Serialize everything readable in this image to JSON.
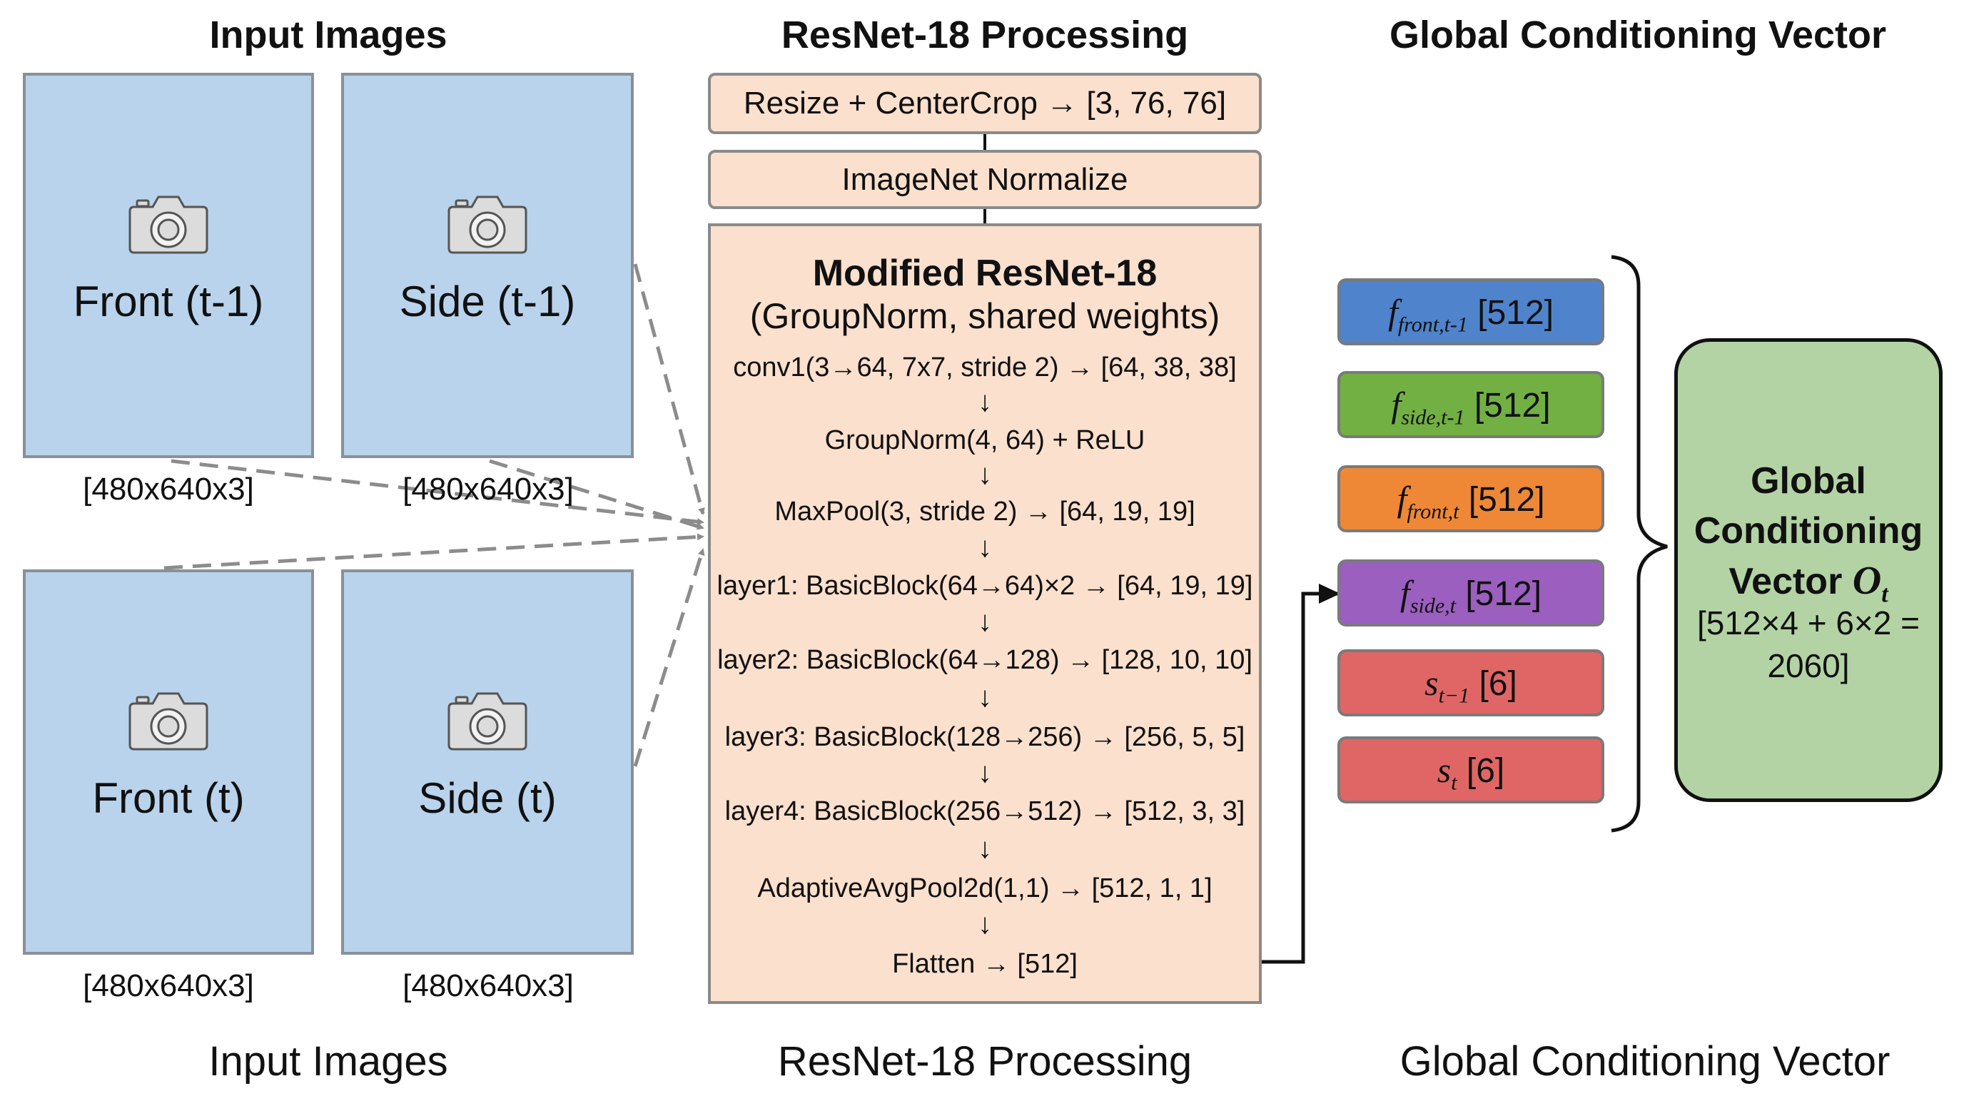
{
  "headers_top": {
    "input": "Input Images",
    "processing": "ResNet-18 Processing",
    "vector": "Global Conditioning Vector"
  },
  "headers_bottom": {
    "input": "Input Images",
    "processing": "ResNet-18 Processing",
    "vector": "Global Conditioning Vector"
  },
  "images": [
    {
      "label": "Front (t-1)",
      "dim": "[480x640x3]"
    },
    {
      "label": "Side (t-1)",
      "dim": "[480x640x3]"
    },
    {
      "label": "Front (t)",
      "dim": "[480x640x3]"
    },
    {
      "label": "Side (t)",
      "dim": "[480x640x3]"
    }
  ],
  "preprocess": {
    "resize": "Resize + CenterCrop → [3, 76, 76]",
    "normalize": "ImageNet Normalize"
  },
  "resnet": {
    "title": "Modified ResNet-18",
    "subtitle": "(GroupNorm, shared weights)",
    "arrow": "↓",
    "steps": [
      "conv1(3→64, 7x7, stride 2) → [64, 38, 38]",
      "GroupNorm(4, 64) + ReLU",
      "MaxPool(3, stride 2) → [64, 19, 19]",
      "layer1: BasicBlock(64→64)×2 → [64, 19, 19]",
      "layer2: BasicBlock(64→128) → [128, 10, 10]",
      "layer3: BasicBlock(128→256) → [256, 5, 5]",
      "layer4: BasicBlock(256→512) → [512, 3, 3]",
      "AdaptiveAvgPool2d(1,1) → [512, 1, 1]",
      "Flatten → [512]"
    ]
  },
  "features": [
    {
      "sym": "f",
      "sub": "front,t-1",
      "dim": "[512]",
      "color": "#4f84cc"
    },
    {
      "sym": "f",
      "sub": "side,t-1",
      "dim": "[512]",
      "color": "#72b043"
    },
    {
      "sym": "f",
      "sub": "front,t",
      "dim": "[512]",
      "color": "#ee8836"
    },
    {
      "sym": "f",
      "sub": "side,t",
      "dim": "[512]",
      "color": "#9b5fbf"
    },
    {
      "sym": "s",
      "sub": "t−1",
      "dim": "[6]",
      "color": "#e06666"
    },
    {
      "sym": "s",
      "sub": "t",
      "dim": "[6]",
      "color": "#e06666"
    }
  ],
  "output": {
    "title_lines": [
      "Global",
      "Conditioning",
      "Vector"
    ],
    "symbol": "O",
    "symbol_sub": "t",
    "dim_lines": [
      "[512×4 + 6×2 =",
      "2060]"
    ]
  }
}
